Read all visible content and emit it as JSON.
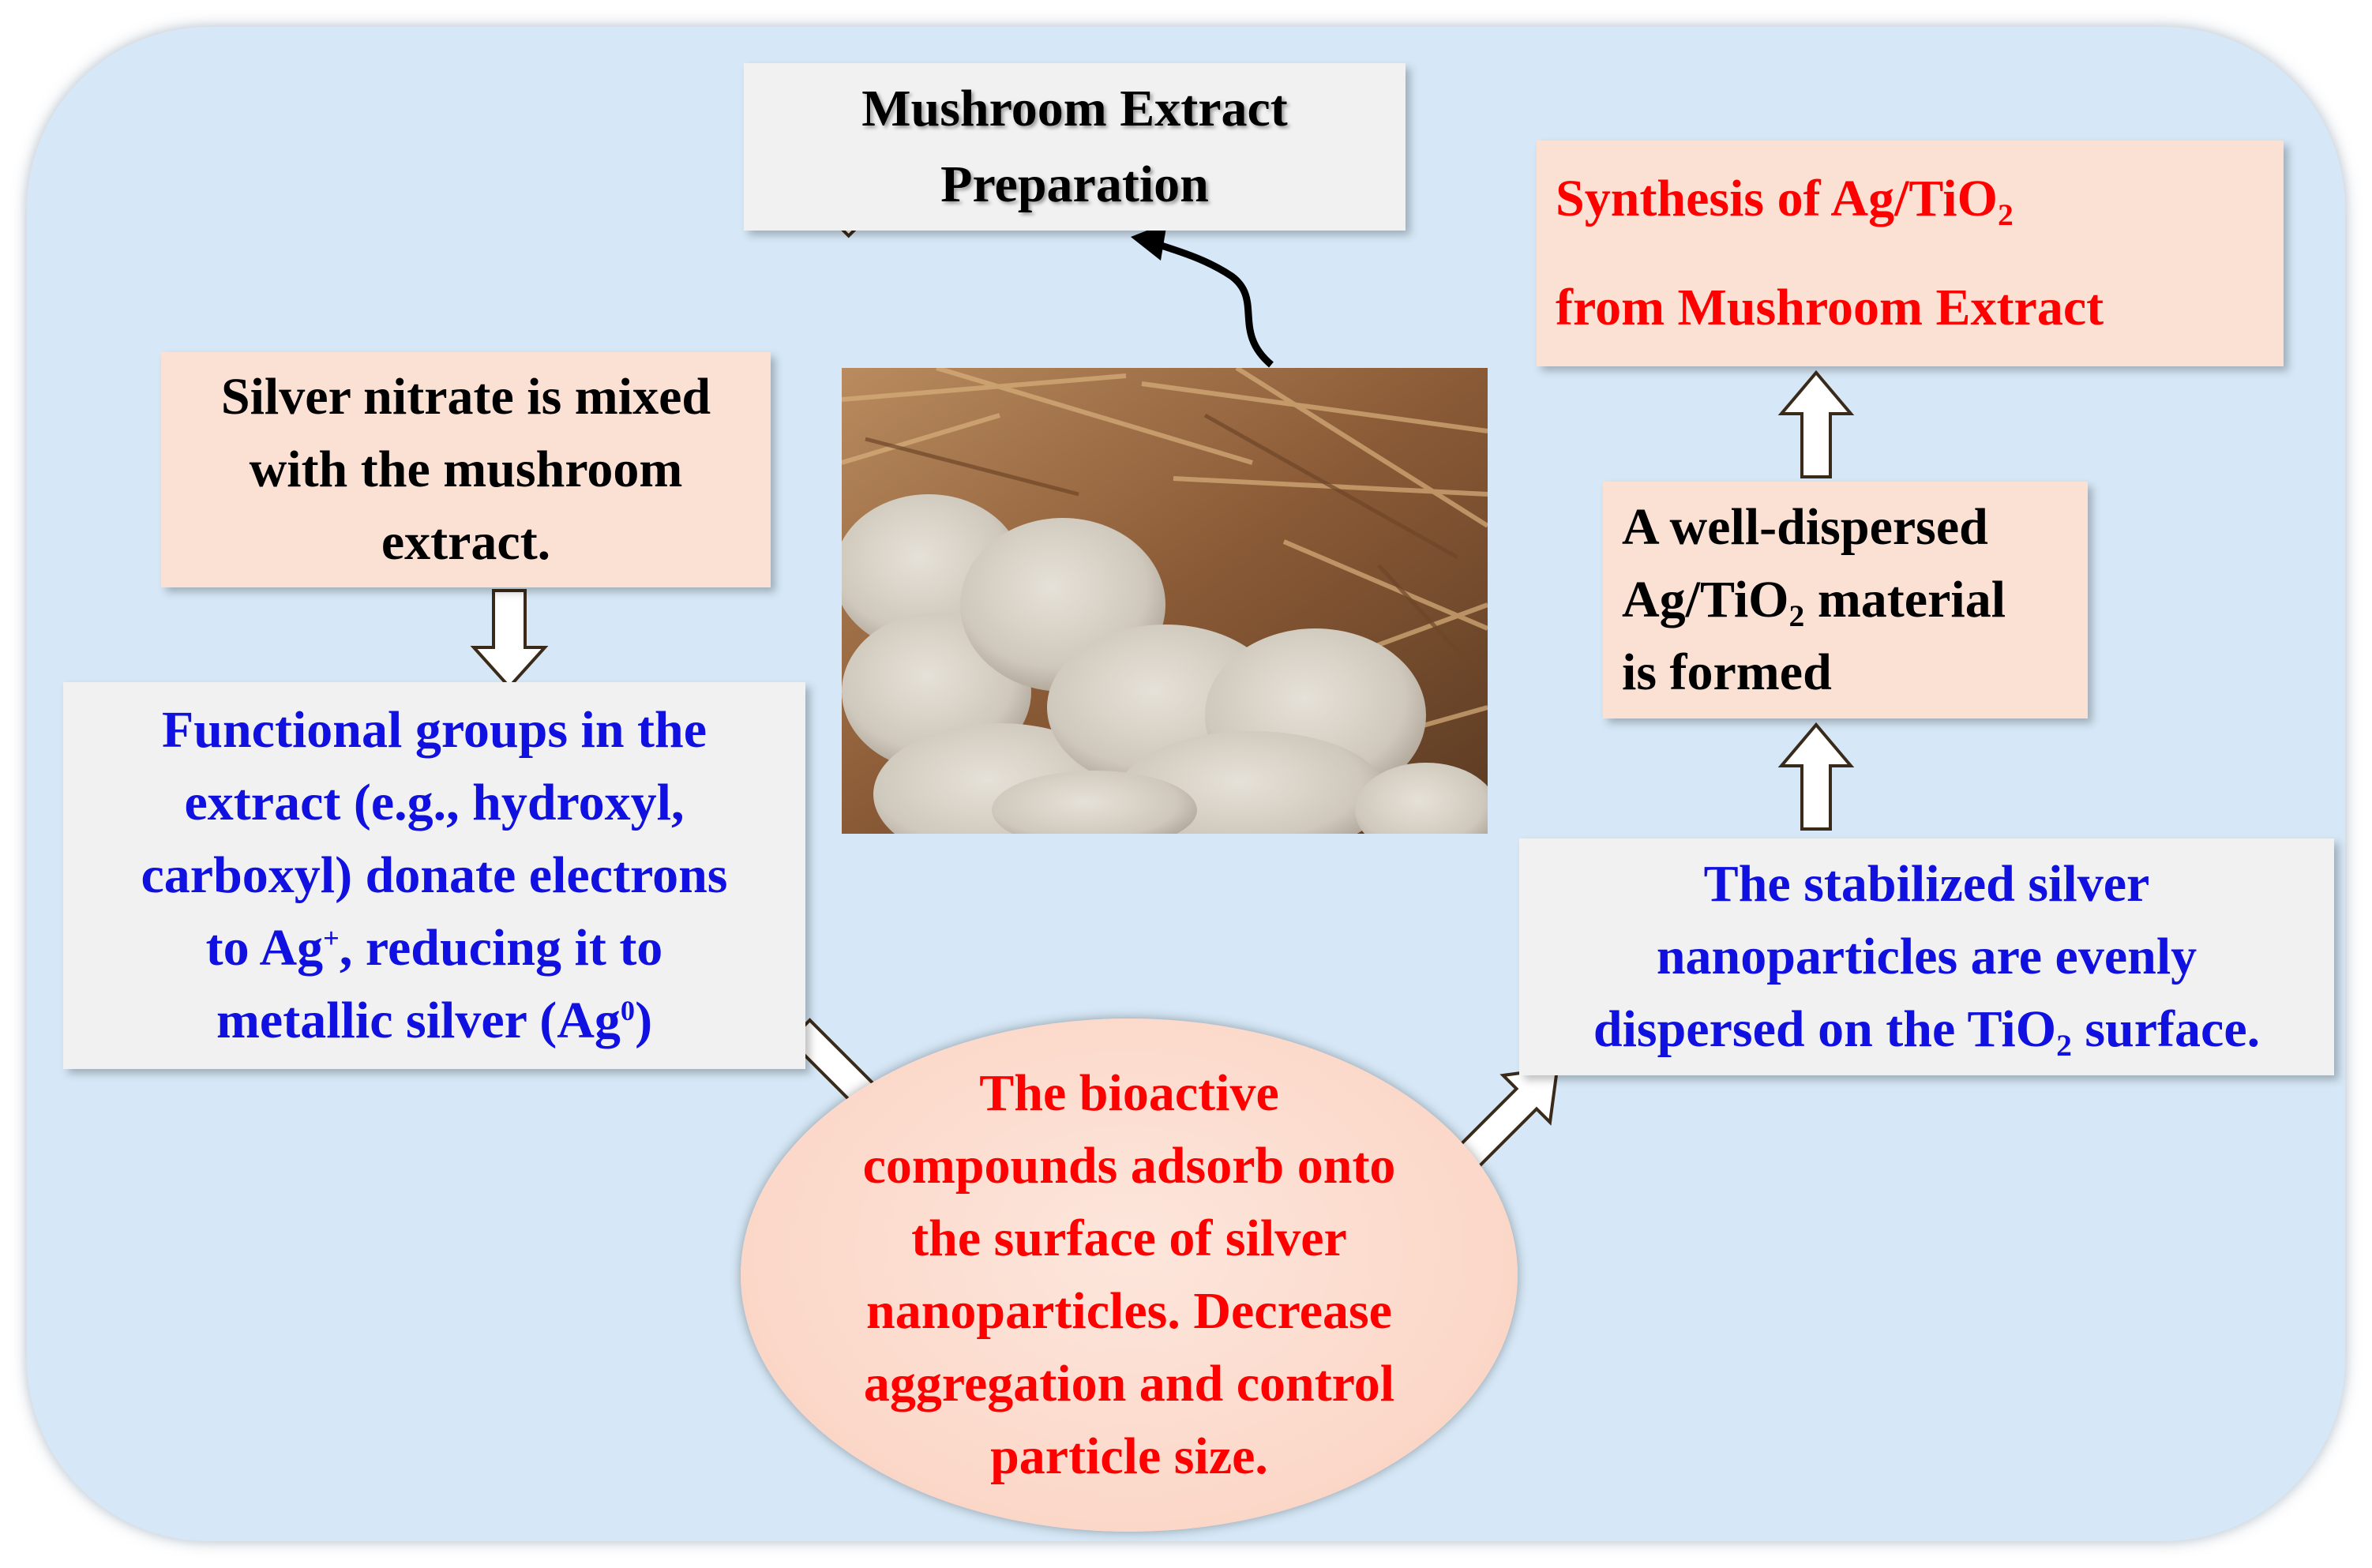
{
  "steps": {
    "extract_prep": [
      "Mushroom Extract",
      "Preparation"
    ],
    "silver_mix": [
      "Silver nitrate is mixed",
      "with the mushroom",
      "extract."
    ],
    "functional": {
      "l1": "Functional groups in the",
      "l2": "extract (e.g., hydroxyl,",
      "l3": "carboxyl) donate electrons",
      "l4a": "to Ag",
      "l4sup": "+",
      "l4b": ", reducing it to",
      "l5a": "metallic silver (Ag",
      "l5sup": "0",
      "l5b": ")"
    },
    "bioactive": [
      "The bioactive",
      "compounds adsorb onto",
      "the surface of silver",
      "nanoparticles. Decrease",
      "aggregation and control",
      "particle size."
    ],
    "stabilized": {
      "l1": "The stabilized silver",
      "l2": "nanoparticles are evenly",
      "l3a": "dispersed on the TiO",
      "l3sub": "2",
      "l3b": " surface."
    },
    "dispersed": {
      "l1": "A well-dispersed",
      "l2a": "Ag/TiO",
      "l2sub": "2",
      "l2b": " material",
      "l3": "is formed"
    },
    "synthesis": {
      "l1a": "Synthesis of Ag/TiO",
      "l1sub": "2",
      "l2": "from Mushroom Extract"
    }
  },
  "colors": {
    "panel": "#d6e8f7",
    "grey_box": "#f1f1f1",
    "peach_box": "#fbe0d4",
    "blue_text": "#1010e0",
    "red_text": "#ff0000"
  },
  "image": {
    "subject": "oyster mushrooms on straw",
    "icon": "mushroom-photo"
  }
}
